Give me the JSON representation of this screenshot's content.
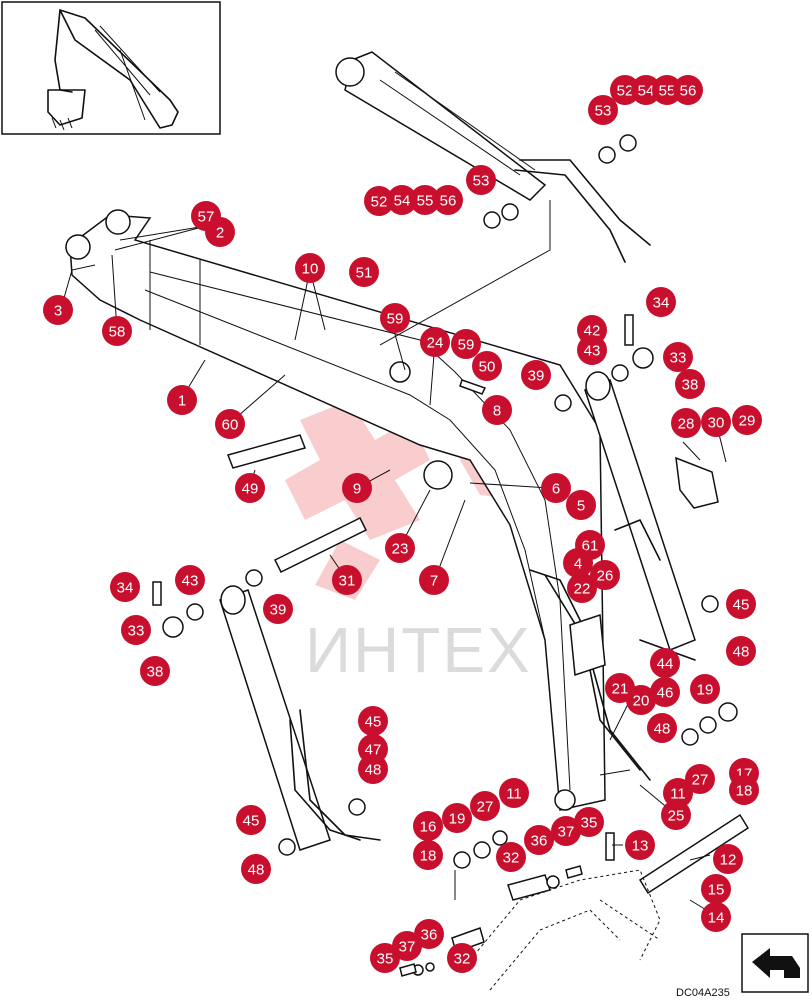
{
  "figure": {
    "code": "DC04A235",
    "watermark": "ИНТЕХ",
    "callout_color": "#c8102e"
  },
  "callouts": [
    {
      "n": "57"
    },
    {
      "n": "2"
    },
    {
      "n": "3"
    },
    {
      "n": "58"
    },
    {
      "n": "1"
    },
    {
      "n": "60"
    },
    {
      "n": "49"
    },
    {
      "n": "10"
    },
    {
      "n": "51"
    },
    {
      "n": "59"
    },
    {
      "n": "24"
    },
    {
      "n": "59"
    },
    {
      "n": "50"
    },
    {
      "n": "8"
    },
    {
      "n": "9"
    },
    {
      "n": "23"
    },
    {
      "n": "31"
    },
    {
      "n": "7"
    },
    {
      "n": "39"
    },
    {
      "n": "6"
    },
    {
      "n": "5"
    },
    {
      "n": "61"
    },
    {
      "n": "4"
    },
    {
      "n": "22"
    },
    {
      "n": "26"
    },
    {
      "n": "52"
    },
    {
      "n": "54"
    },
    {
      "n": "55"
    },
    {
      "n": "56"
    },
    {
      "n": "53"
    },
    {
      "n": "53"
    },
    {
      "n": "52"
    },
    {
      "n": "54"
    },
    {
      "n": "55"
    },
    {
      "n": "56"
    },
    {
      "n": "42"
    },
    {
      "n": "43"
    },
    {
      "n": "34"
    },
    {
      "n": "33"
    },
    {
      "n": "38"
    },
    {
      "n": "28"
    },
    {
      "n": "30"
    },
    {
      "n": "29"
    },
    {
      "n": "45"
    },
    {
      "n": "48"
    },
    {
      "n": "44"
    },
    {
      "n": "46"
    },
    {
      "n": "21"
    },
    {
      "n": "20"
    },
    {
      "n": "19"
    },
    {
      "n": "48"
    },
    {
      "n": "27"
    },
    {
      "n": "17"
    },
    {
      "n": "18"
    },
    {
      "n": "11"
    },
    {
      "n": "25"
    },
    {
      "n": "13"
    },
    {
      "n": "12"
    },
    {
      "n": "15"
    },
    {
      "n": "14"
    },
    {
      "n": "34"
    },
    {
      "n": "33"
    },
    {
      "n": "38"
    },
    {
      "n": "43"
    },
    {
      "n": "39"
    },
    {
      "n": "45"
    },
    {
      "n": "47"
    },
    {
      "n": "48"
    },
    {
      "n": "45"
    },
    {
      "n": "48"
    },
    {
      "n": "16"
    },
    {
      "n": "19"
    },
    {
      "n": "27"
    },
    {
      "n": "11"
    },
    {
      "n": "18"
    },
    {
      "n": "32"
    },
    {
      "n": "36"
    },
    {
      "n": "37"
    },
    {
      "n": "35"
    },
    {
      "n": "37"
    },
    {
      "n": "36"
    },
    {
      "n": "35"
    },
    {
      "n": "32"
    }
  ]
}
